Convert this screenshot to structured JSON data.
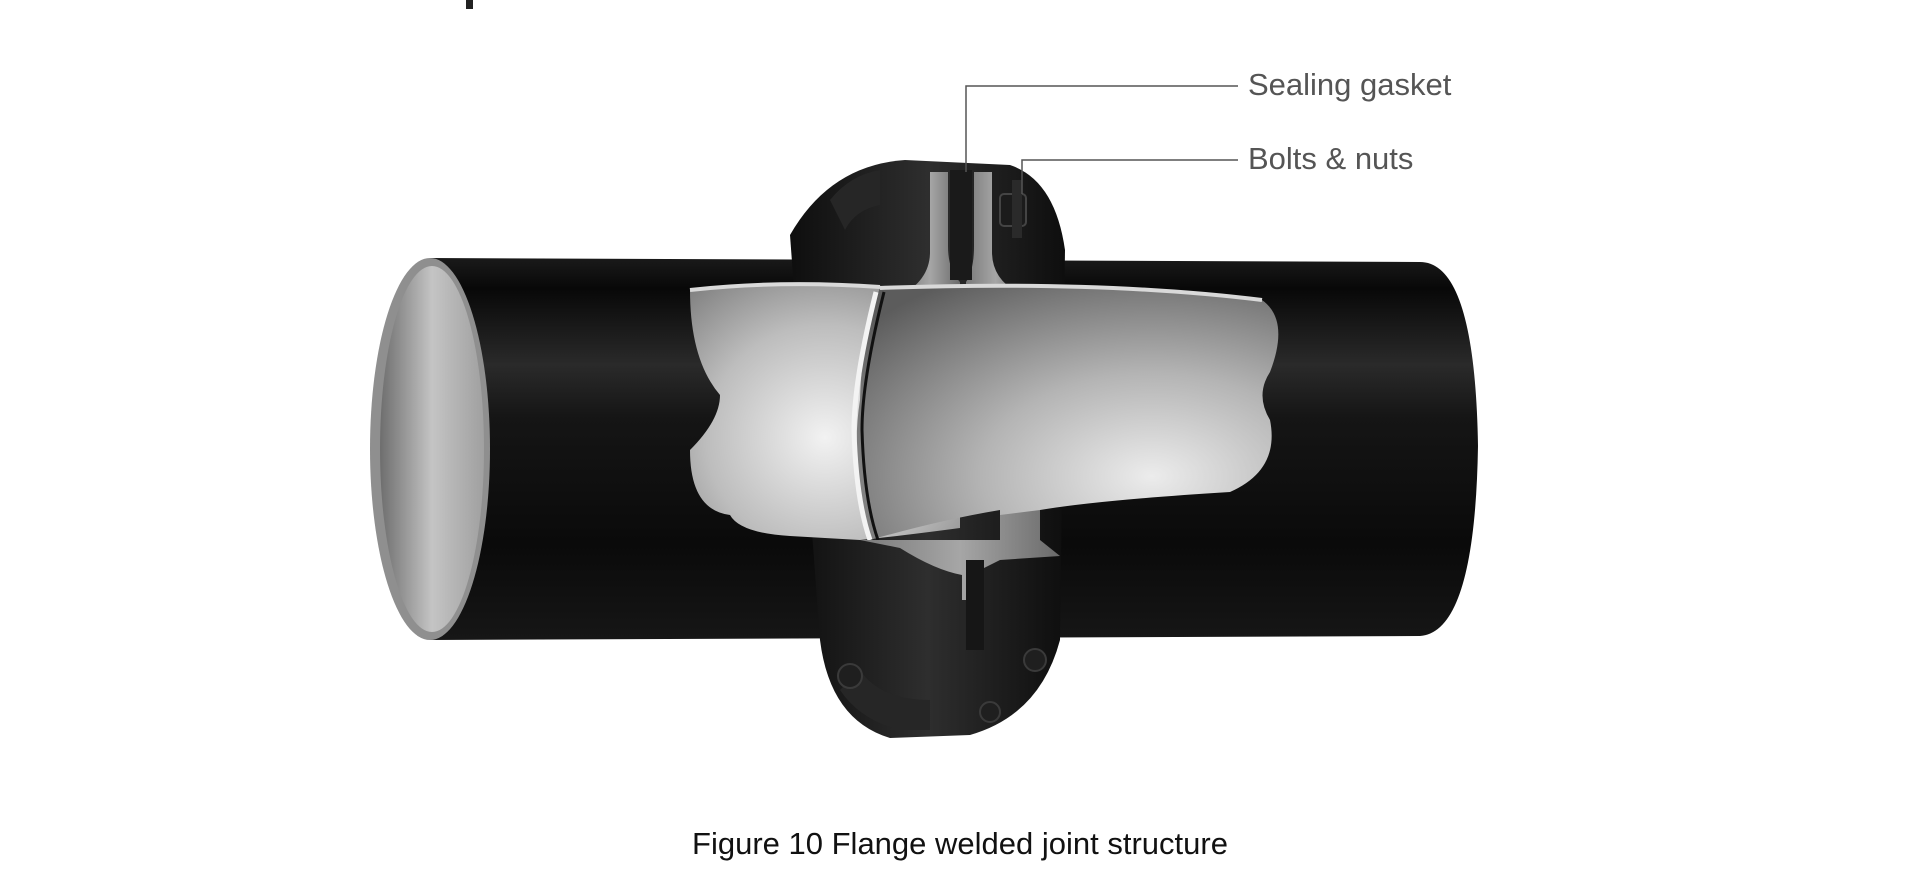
{
  "figure": {
    "callouts": {
      "sealing_gasket": "Sealing gasket",
      "bolts_nuts": "Bolts & nuts"
    },
    "caption": "Figure 10 Flange welded joint structure"
  },
  "colors": {
    "pipe": "#0c0c0c",
    "lining": "#b8b8b8",
    "flange": "#151515",
    "leader_line": "#555555",
    "callout_text": "#555555",
    "caption_text": "#111111"
  }
}
